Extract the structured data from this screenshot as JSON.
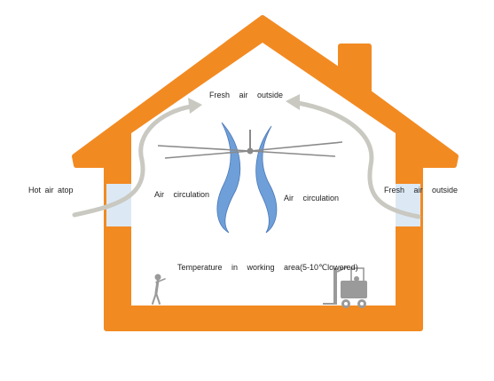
{
  "labels": {
    "fresh_air_top": "Fresh air outside",
    "hot_air_atop": "Hot air atop",
    "fresh_air_right": "Fresh air outside",
    "circulation_left": "Air circulation",
    "circulation_right": "Air circulation",
    "temperature": "Temperature in working area(5-10℃lowered)"
  },
  "colors": {
    "house": "#f28a22",
    "blade": "#6f9fd8",
    "blade_dark": "#4a78b8",
    "air_arrow": "#c9c9c1",
    "window": "#dce9f5",
    "fan": "#8a8a8a",
    "figure": "#9a9a9a"
  },
  "icons": {
    "fan": "ceiling-fan-icon",
    "person": "person-icon",
    "forklift": "forklift-icon"
  }
}
